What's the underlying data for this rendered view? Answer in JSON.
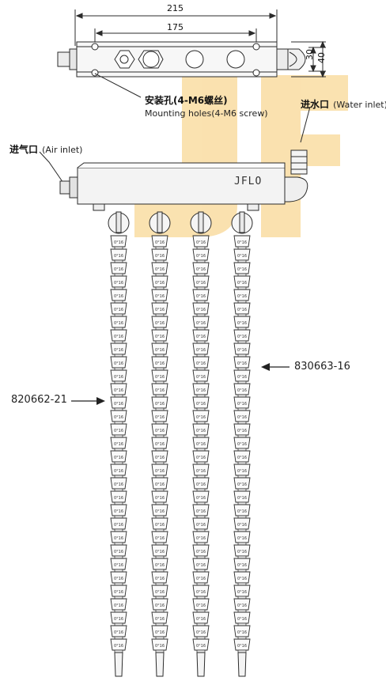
{
  "colors": {
    "watermark": "#f6c561",
    "line": "#2b2b2b",
    "body_fill": "#f2f2f2",
    "stroke": "#333333"
  },
  "dimensions": {
    "overall_length": "215",
    "hole_spacing": "175",
    "height_inner": "30",
    "height_outer": "40"
  },
  "labels": {
    "mounting_cn": "安装孔(4-M6螺丝)",
    "mounting_en": "Mounting holes(4-M6 screw)",
    "water_cn": "进水口",
    "water_en": "(Water inlet)",
    "air_cn": "进气口",
    "air_en": "(Air inlet)",
    "brand": "JFLO",
    "part_left": "820662-21",
    "part_right": "830663-16",
    "segment_text": "0°16"
  },
  "watermark": {
    "letters": "JF",
    "icon": "jflo-watermark-logo"
  }
}
